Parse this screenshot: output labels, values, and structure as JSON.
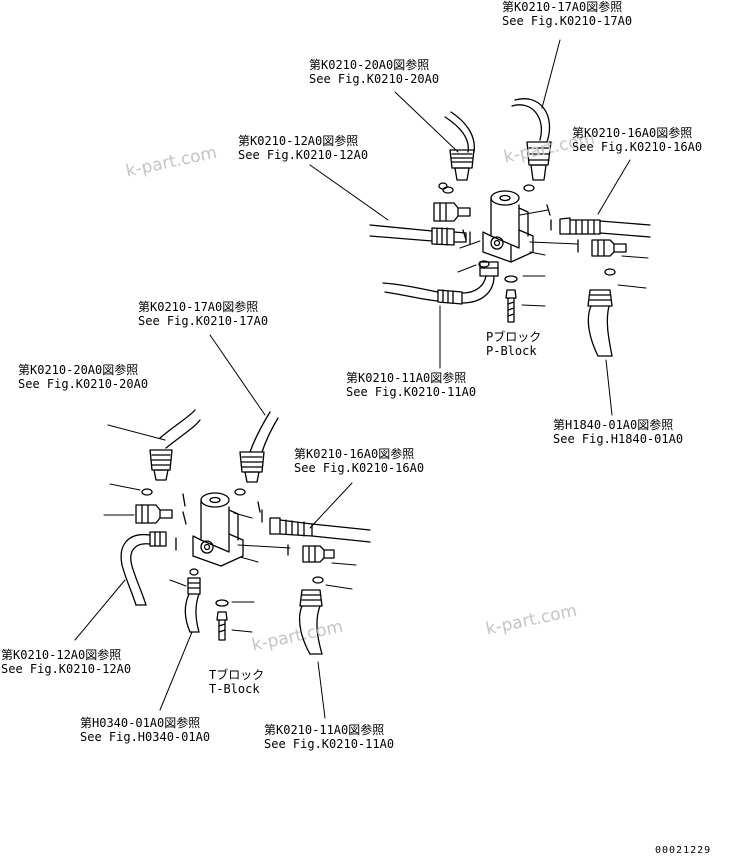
{
  "watermark": "k-part.com",
  "drawing_code": "00021229",
  "p_block": {
    "name_jp": "Pブロック",
    "name_en": "P-Block",
    "callouts": {
      "k0210_17a0": {
        "jp": "第K0210-17A0図参照",
        "en": "See Fig.K0210-17A0"
      },
      "k0210_20a0": {
        "jp": "第K0210-20A0図参照",
        "en": "See Fig.K0210-20A0"
      },
      "k0210_12a0": {
        "jp": "第K0210-12A0図参照",
        "en": "See Fig.K0210-12A0"
      },
      "k0210_16a0": {
        "jp": "第K0210-16A0図参照",
        "en": "See Fig.K0210-16A0"
      },
      "k0210_11a0": {
        "jp": "第K0210-11A0図参照",
        "en": "See Fig.K0210-11A0"
      },
      "h1840_01a0": {
        "jp": "第H1840-01A0図参照",
        "en": "See Fig.H1840-01A0"
      }
    }
  },
  "t_block": {
    "name_jp": "Tブロック",
    "name_en": "T-Block",
    "callouts": {
      "k0210_17a0": {
        "jp": "第K0210-17A0図参照",
        "en": "See Fig.K0210-17A0"
      },
      "k0210_20a0": {
        "jp": "第K0210-20A0図参照",
        "en": "See Fig.K0210-20A0"
      },
      "k0210_16a0": {
        "jp": "第K0210-16A0図参照",
        "en": "See Fig.K0210-16A0"
      },
      "k0210_12a0": {
        "jp": "第K0210-12A0図参照",
        "en": "See Fig.K0210-12A0"
      },
      "h0340_01a0": {
        "jp": "第H0340-01A0図参照",
        "en": "See Fig.H0340-01A0"
      },
      "k0210_11a0": {
        "jp": "第K0210-11A0図参照",
        "en": "See Fig.K0210-11A0"
      }
    }
  }
}
